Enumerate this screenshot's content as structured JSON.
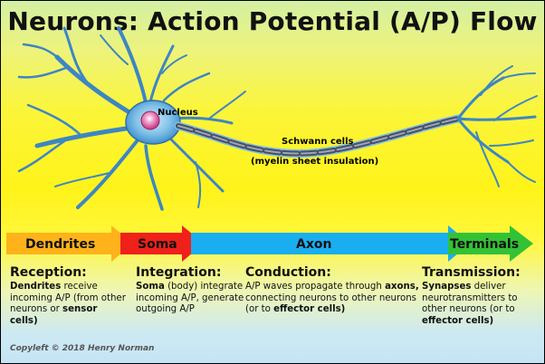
{
  "title": "Neurons: Action Potential (A/P) Flow",
  "labels": {
    "nucleus": "Nucleus",
    "schwann_line1": "Schwann cells",
    "schwann_line2": "(myelin sheet insulation)"
  },
  "stages": [
    {
      "name": "Dendrites",
      "color": "#ffb21a"
    },
    {
      "name": "Soma",
      "color": "#f0201a"
    },
    {
      "name": "Axon",
      "color": "#19aef0"
    },
    {
      "name": "Terminals",
      "color": "#33c236"
    }
  ],
  "columns": [
    {
      "heading": "Reception:",
      "parts": [
        {
          "text": "Dendrites",
          "bold": true
        },
        {
          "text": " receive incoming A/P (from other neurons or ",
          "bold": false
        },
        {
          "text": "sensor cells)",
          "bold": true
        }
      ]
    },
    {
      "heading": "Integration:",
      "parts": [
        {
          "text": "Soma",
          "bold": true
        },
        {
          "text": " (body) integrate incoming A/P, generate outgoing A/P",
          "bold": false
        }
      ]
    },
    {
      "heading": "Conduction:",
      "parts": [
        {
          "text": "A/P waves propagate through ",
          "bold": false
        },
        {
          "text": "axons,",
          "bold": true
        },
        {
          "text": " connecting neurons to other neurons (or to ",
          "bold": false
        },
        {
          "text": "effector cells)",
          "bold": true
        }
      ]
    },
    {
      "heading": "Transmission:",
      "parts": [
        {
          "text": "Synapses",
          "bold": true
        },
        {
          "text": " deliver neurotransmitters to other neurons (or to ",
          "bold": false
        },
        {
          "text": "effector cells)",
          "bold": true
        }
      ]
    }
  ],
  "copyright": "Copyleft © 2018 Henry Norman",
  "colors": {
    "neuron_fill": "#7fc0e8",
    "neuron_stroke": "#1f5f99",
    "nucleus": "#d4488a"
  }
}
